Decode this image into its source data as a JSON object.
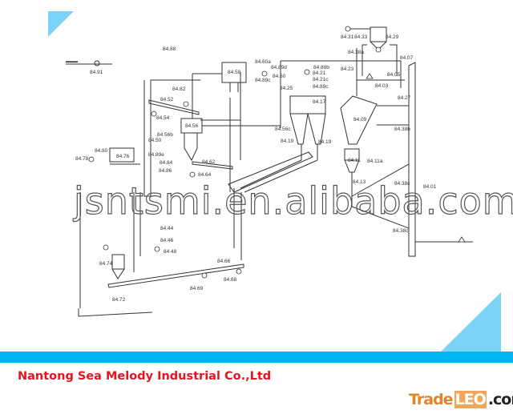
{
  "watermark": "jsntsmi.en.alibaba.com",
  "company": "Nantong Sea Melody Industrial Co.,Ltd",
  "logo": {
    "trade": "Trade",
    "mid": "LEO",
    "com": ".com"
  },
  "colors": {
    "accent": "#00b4ef",
    "company": "#e6141e",
    "logo": "#e2842a"
  },
  "labels": [
    "84.91",
    "84.88",
    "84.58",
    "84.60a",
    "84.89d",
    "84.89c",
    "84.60",
    "84.82",
    "84.52",
    "84.54",
    "84.56",
    "84.56b",
    "84.50",
    "84.80",
    "84.78",
    "84.76",
    "84.89e",
    "84.84",
    "84.86",
    "84.62",
    "84.64",
    "84.31",
    "84.33",
    "84.29",
    "84.38a",
    "84.07",
    "84.23",
    "84.89b",
    "84.21",
    "84.21c",
    "84.89c",
    "84.25",
    "84.05",
    "84.03",
    "84.17",
    "84.27",
    "84.09",
    "84.56c",
    "84.38b",
    "84.19",
    "84.19",
    "84.11",
    "84.11a",
    "84.13",
    "84.38c",
    "84.01",
    "84.44",
    "84.46",
    "84.48",
    "84.74",
    "84.66",
    "84.68",
    "84.69",
    "84.72",
    "84.38c"
  ]
}
